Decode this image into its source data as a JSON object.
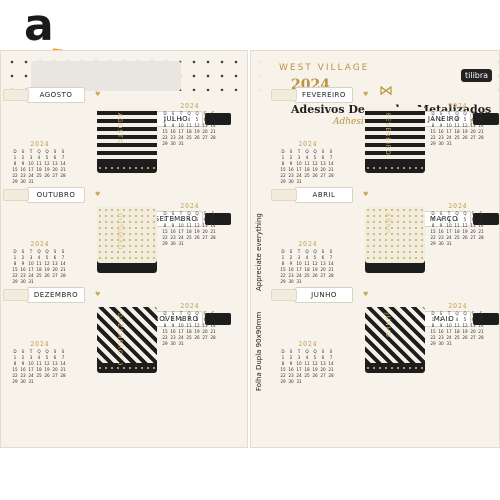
{
  "brand": {
    "logo_letter": "a",
    "logo_name": "amazon-logo"
  },
  "left_sheet": {
    "months": [
      {
        "name": "JULHO",
        "year": "2024",
        "vertical": "JULHO"
      },
      {
        "name": "AGOSTO",
        "year": "2024",
        "vertical": "AGOSTO"
      },
      {
        "name": "SETEMBRO",
        "year": "2024",
        "vertical": "SETEMBRO"
      },
      {
        "name": "OUTUBRO",
        "year": "2024",
        "vertical": "OUTUBRO"
      },
      {
        "name": "NOVEMBRO",
        "year": "2024",
        "vertical": "NOVEMBRO"
      },
      {
        "name": "DEZEMBRO",
        "year": "2024",
        "vertical": "DEZEMBRO"
      }
    ]
  },
  "right_sheet": {
    "brand_line": "WEST VILLAGE",
    "year": "2024",
    "tilibra": "tilibra",
    "title": "Adesivos Decorados Metalizados",
    "subtitle": "Adhesivos Decorados Metalizados",
    "side_text_1": "Appreciate everything",
    "side_text_2": "Folha Dupla 90x90mm",
    "months": [
      {
        "name": "JANEIRO",
        "year": "2024",
        "vertical": "JANEIRO"
      },
      {
        "name": "FEVEREIRO",
        "year": "2024",
        "vertical": "FEVEREIRO"
      },
      {
        "name": "MARÇO",
        "year": "2024",
        "vertical": "MARÇO"
      },
      {
        "name": "ABRIL",
        "year": "2024",
        "vertical": "ABRIL"
      },
      {
        "name": "MAIO",
        "year": "2024",
        "vertical": "MAIO"
      },
      {
        "name": "JUNHO",
        "year": "2024",
        "vertical": "JUNHO"
      }
    ]
  },
  "calendar": {
    "weekdays": [
      "D",
      "S",
      "T",
      "Q",
      "Q",
      "S",
      "S"
    ],
    "days": [
      "1",
      "2",
      "3",
      "4",
      "5",
      "6",
      "7",
      "8",
      "9",
      "10",
      "11",
      "12",
      "13",
      "14",
      "15",
      "16",
      "17",
      "18",
      "19",
      "20",
      "21",
      "22",
      "23",
      "24",
      "25",
      "26",
      "27",
      "28",
      "29",
      "30",
      "31"
    ]
  },
  "colors": {
    "gold": "#b8953f",
    "black": "#1d1d1d",
    "cream": "#f7f2ea"
  }
}
